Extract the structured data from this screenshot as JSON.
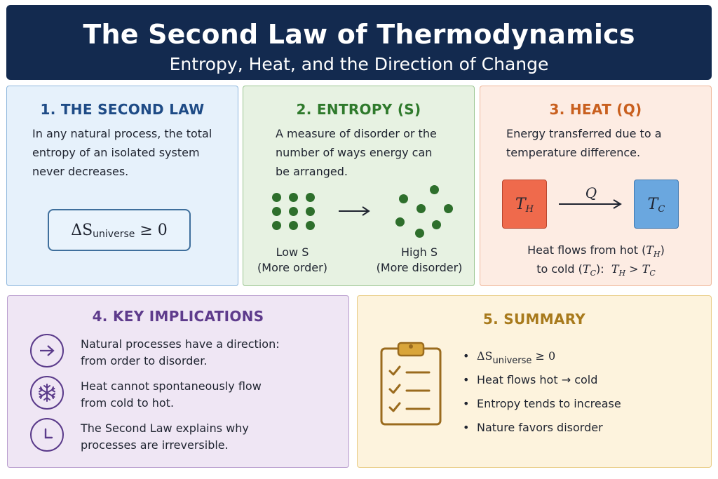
{
  "header": {
    "title": "The Second Law of Thermodynamics",
    "subtitle": "Entropy, Heat, and the Direction of Change"
  },
  "panel1": {
    "title": "1. THE SECOND LAW",
    "text_lines": [
      "In any natural process, the total",
      "entropy of an isolated system",
      "never decreases."
    ],
    "equation": {
      "lhs": "ΔS",
      "sub": "universe",
      "rhs": " ≥ 0"
    }
  },
  "panel2": {
    "title": "2. ENTROPY (S)",
    "text_lines": [
      "A measure of disorder or the",
      "number of ways energy can",
      "be arranged."
    ],
    "low": {
      "label": "Low S",
      "note": "(More order)"
    },
    "high": {
      "label": "High S",
      "note": "(More disorder)"
    },
    "arrow": "⟶",
    "dot_color": "#2e6f2c"
  },
  "panel3": {
    "title": "3. HEAT (Q)",
    "text_lines": [
      "Energy transferred due to a",
      "temperature difference."
    ],
    "hot": {
      "symbol": "T",
      "sub": "H",
      "color": "#ef6a4c"
    },
    "cold": {
      "symbol": "T",
      "sub": "C",
      "color": "#6aa7df"
    },
    "flow_label": "Q",
    "caption_line1_text": "Heat flows from hot (",
    "caption_line2_text": "to cold (",
    "caption_symbols": {
      "T": "T",
      "H": "H",
      "C": "C",
      "close": ")",
      "colon": "):",
      "gt": ">"
    }
  },
  "panel4": {
    "title": "4. KEY IMPLICATIONS",
    "items": [
      {
        "icon": "arrow-right-icon",
        "lines": [
          "Natural processes have a direction:",
          "from order to disorder."
        ]
      },
      {
        "icon": "snowflake-icon",
        "lines": [
          "Heat cannot spontaneously flow",
          "from cold to hot."
        ]
      },
      {
        "icon": "clock-icon",
        "lines": [
          "The Second Law explains why",
          "processes are irreversible."
        ]
      }
    ]
  },
  "panel5": {
    "title": "5. SUMMARY",
    "bullet": "•",
    "items": [
      {
        "lhs": "ΔS",
        "sub": "universe",
        "rhs": " ≥ 0"
      },
      {
        "text": "Heat flows hot → cold"
      },
      {
        "text": "Entropy tends to increase"
      },
      {
        "text": "Nature favors disorder"
      }
    ]
  },
  "colors": {
    "header_bg": "#132a4f",
    "accent_blue": "#1e4b86",
    "accent_green": "#2f7a2c",
    "accent_orange": "#c9601f",
    "accent_purple": "#5e3b8c",
    "accent_gold": "#a87a1c"
  }
}
